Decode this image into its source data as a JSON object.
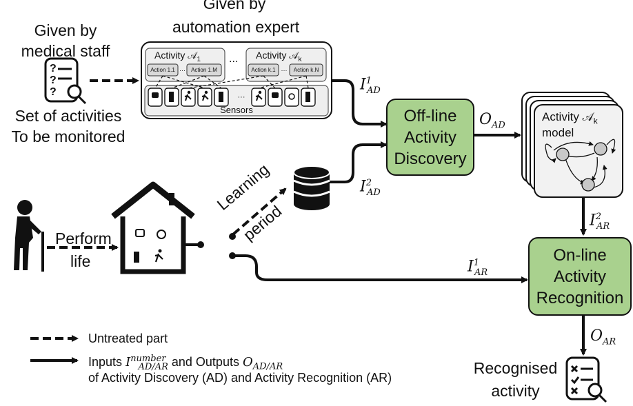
{
  "top_labels": {
    "automation_expert_line1": "Given by",
    "automation_expert_line2": "automation expert",
    "medical_staff_line1": "Given by",
    "medical_staff_line2": "medical staff",
    "set_activities_line1": "Set of activities",
    "set_activities_line2": "To be monitored"
  },
  "expert_panel": {
    "activity1": "Activity 𝒜",
    "activity1_sub": "1",
    "ellipsis": "...",
    "activityk": "Activity 𝒜",
    "activityk_sub": "k",
    "actions_left": [
      "Action 1.1",
      "Action 1.M"
    ],
    "actions_left_sep": "···",
    "actions_right": [
      "Action k.1",
      "Action k.N"
    ],
    "actions_right_sep": "···",
    "sensors_sep": "···",
    "sensors_label": "Sensors"
  },
  "discovery": {
    "label": [
      "Off-line",
      "Activity",
      "Discovery"
    ],
    "input1": {
      "base": "I",
      "sub": "AD",
      "sup": "1"
    },
    "input2": {
      "base": "I",
      "sub": "AD",
      "sup": "2"
    },
    "output": {
      "base": "O",
      "sub": "AD"
    }
  },
  "model_card": {
    "title": "Activity 𝒜",
    "title_sub": "k",
    "subtitle": "model"
  },
  "recognition": {
    "label": [
      "On-line",
      "Activity",
      "Recognition"
    ],
    "input1": {
      "base": "I",
      "sub": "AR",
      "sup": "1"
    },
    "input2": {
      "base": "I",
      "sub": "AR",
      "sup": "2"
    },
    "output": {
      "base": "O",
      "sub": "AR"
    }
  },
  "life": {
    "perform_line1": "Perform",
    "perform_line2": "life",
    "learning": "Learning",
    "period": "period"
  },
  "result": {
    "line1": "Recognised",
    "line2": "activity"
  },
  "legend": {
    "dashed": "Untreated part",
    "solid_prefix": "Inputs",
    "solid_input": {
      "base": "I",
      "sub": "AD/AR",
      "sup": "number"
    },
    "solid_mid": "and Outputs",
    "solid_output": {
      "base": "O",
      "sub": "AD/AR"
    },
    "solid_line2": "of Activity Discovery (AD) and Activity Recognition (AR)"
  }
}
